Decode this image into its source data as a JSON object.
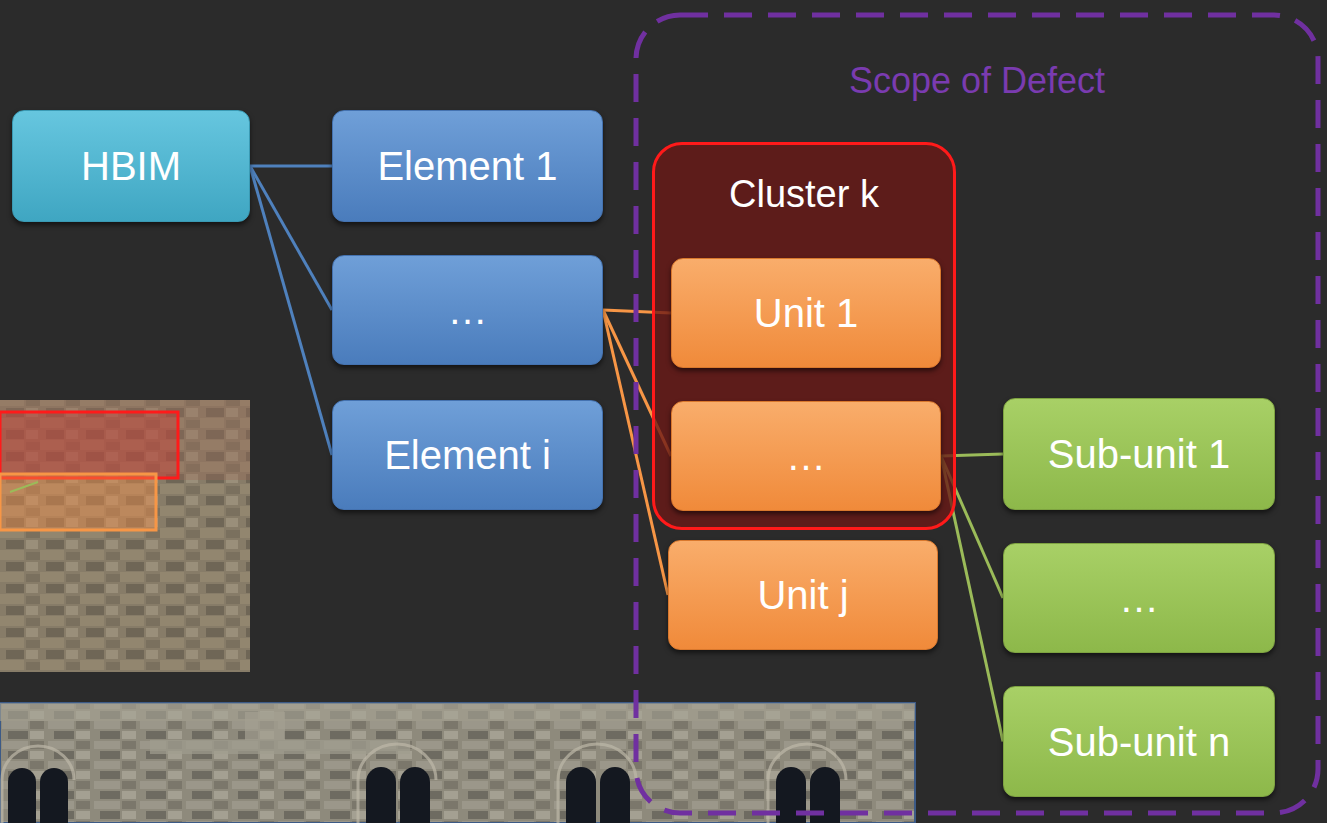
{
  "diagram": {
    "nodes": [
      {
        "text": [
          "HBIM"
        ]
      },
      {
        "text": [
          "Element 1"
        ]
      },
      {
        "text": [
          "…"
        ]
      },
      {
        "text": [
          "Element i"
        ]
      },
      {
        "text": [
          "Scope of Defect"
        ]
      },
      {
        "text": [
          "Cluster k"
        ],
        "in": 4
      },
      {
        "text": [
          "Unit 1"
        ],
        "in": 5
      },
      {
        "text": [
          "…"
        ],
        "in": 5
      },
      {
        "text": [
          "Unit j"
        ],
        "in": 4
      },
      {
        "text": [
          "Sub-unit 1"
        ],
        "in": 4
      },
      {
        "text": [
          "…"
        ],
        "in": 4
      },
      {
        "text": [
          "Sub-unit n"
        ],
        "in": 4
      }
    ],
    "edges": [
      {
        "from": 0,
        "to": 1,
        "arrow": "none"
      },
      {
        "from": 0,
        "to": 2,
        "arrow": "none"
      },
      {
        "from": 0,
        "to": 3,
        "arrow": "none"
      },
      {
        "from": 2,
        "to": 6,
        "arrow": "none"
      },
      {
        "from": 2,
        "to": 7,
        "arrow": "none"
      },
      {
        "from": 2,
        "to": 8,
        "arrow": "none"
      },
      {
        "from": 7,
        "to": 9,
        "arrow": "none"
      },
      {
        "from": 7,
        "to": 10,
        "arrow": "none"
      },
      {
        "from": 7,
        "to": 11,
        "arrow": "none"
      }
    ]
  }
}
